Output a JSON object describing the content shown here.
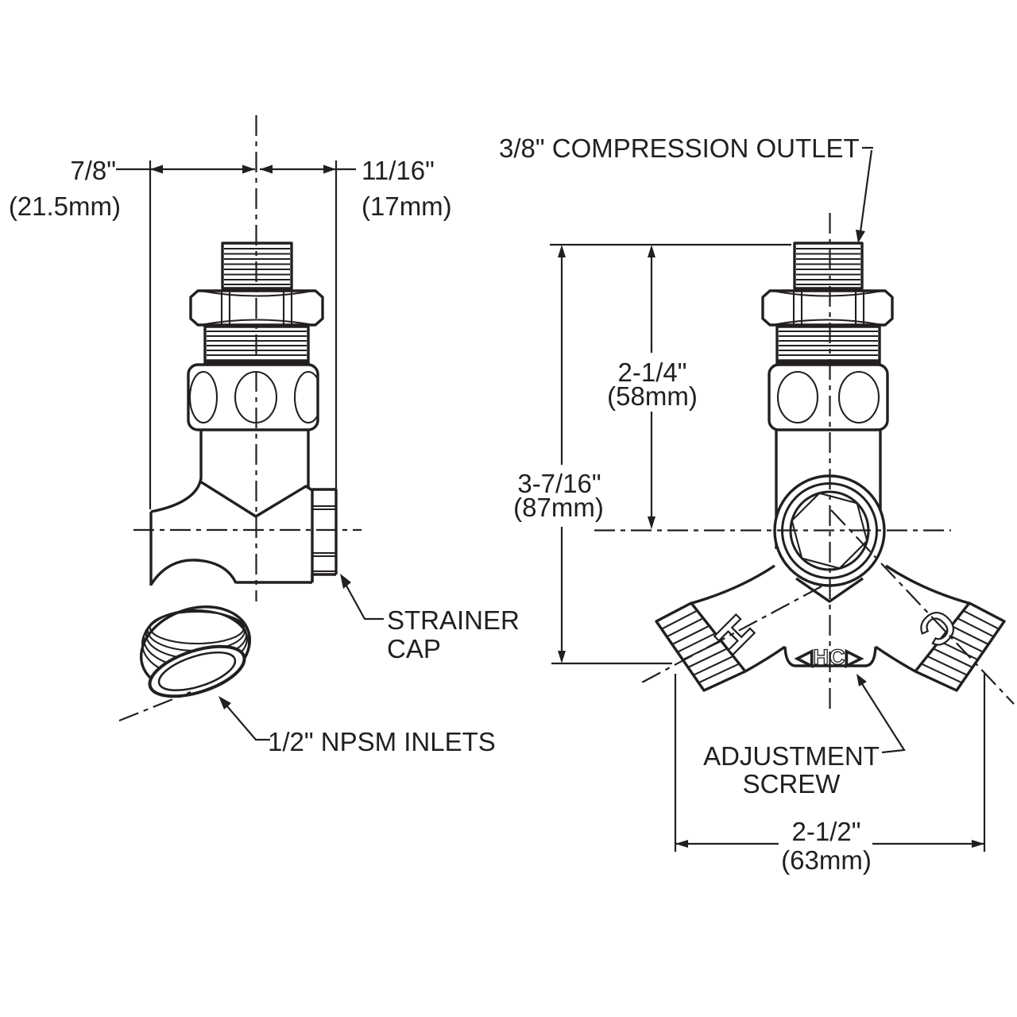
{
  "page": {
    "background": "#ffffff",
    "line_color": "#231f20"
  },
  "left_view": {
    "dim_left_in": "7/8\"",
    "dim_left_mm": "(21.5mm)",
    "dim_right_in": "11/16\"",
    "dim_right_mm": "(17mm)",
    "strainer_cap_line1": "STRAINER",
    "strainer_cap_line2": "CAP",
    "inlets_label": "1/2\" NPSM INLETS"
  },
  "right_view": {
    "outlet_label": "3/8\" COMPRESSION OUTLET",
    "dim_upper_in": "2-1/4\"",
    "dim_upper_mm": "(58mm)",
    "dim_height_in": "3-7/16\"",
    "dim_height_mm": "(87mm)",
    "adjustment_line1": "ADJUSTMENT",
    "adjustment_line2": "SCREW",
    "dim_width_in": "2-1/2\"",
    "dim_width_mm": "(63mm)",
    "hot_marking": "H",
    "cold_marking": "C",
    "hc_marking": "◁HC▷"
  }
}
